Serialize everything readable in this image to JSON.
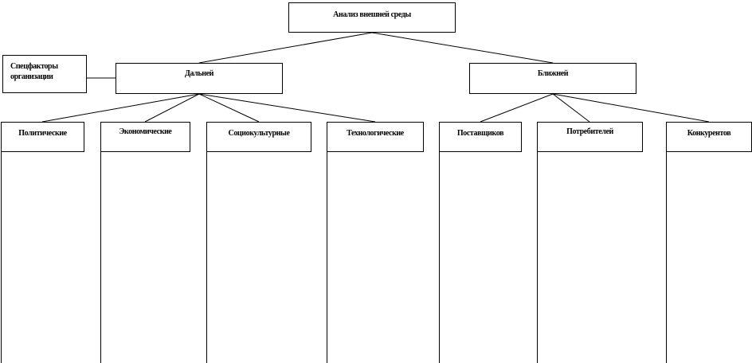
{
  "diagram": {
    "root": {
      "label": "Анализ внешней среды"
    },
    "branches": [
      {
        "label": "Дальней",
        "children": [
          {
            "label": "Политические"
          },
          {
            "label": "Экономические"
          },
          {
            "label": "Социокультурные"
          },
          {
            "label": "Технологические"
          }
        ]
      },
      {
        "label": "Ближней",
        "children": [
          {
            "label": "Поставщиков"
          },
          {
            "label": "Потребителей"
          },
          {
            "label": "Конкурентов"
          }
        ]
      }
    ],
    "side_box": {
      "label": "Спецфакторы организации"
    }
  },
  "colors": {
    "line": "#000000",
    "box_border": "#000000",
    "background": "#ffffff"
  }
}
